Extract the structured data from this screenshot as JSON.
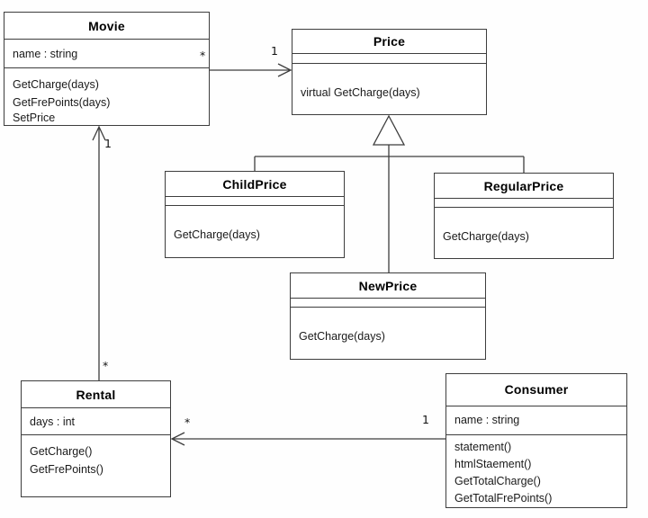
{
  "classes": {
    "movie": {
      "name": "Movie",
      "attributes": [
        "name : string"
      ],
      "methods": [
        "GetCharge(days)",
        "GetFrePoints(days)",
        "SetPrice"
      ]
    },
    "price": {
      "name": "Price",
      "attributes": [],
      "methods": [
        "virtual GetCharge(days)"
      ]
    },
    "child_price": {
      "name": "ChildPrice",
      "attributes": [],
      "methods": [
        "GetCharge(days)"
      ]
    },
    "regular_price": {
      "name": "RegularPrice",
      "attributes": [],
      "methods": [
        "GetCharge(days)"
      ]
    },
    "new_price": {
      "name": "NewPrice",
      "attributes": [],
      "methods": [
        "GetCharge(days)"
      ]
    },
    "rental": {
      "name": "Rental",
      "attributes": [
        "days : int"
      ],
      "methods": [
        "GetCharge()",
        "GetFrePoints()"
      ]
    },
    "consumer": {
      "name": "Consumer",
      "attributes": [
        "name : string"
      ],
      "methods": [
        "statement()",
        "htmlStaement()",
        "GetTotalCharge()",
        "GetTotalFrePoints()"
      ]
    }
  },
  "associations": {
    "movie_price": {
      "movie_end": "*",
      "price_end": "1"
    },
    "rental_movie": {
      "rental_end": "*",
      "movie_end": "1"
    },
    "consumer_rental": {
      "rental_end": "*",
      "consumer_end": "1"
    },
    "generalization": {
      "parent": "Price",
      "children": [
        "ChildPrice",
        "RegularPrice",
        "NewPrice"
      ]
    }
  },
  "colors": {
    "line": "#3d3d3d",
    "background": "#ffffff",
    "text": "#1a1a1a"
  }
}
